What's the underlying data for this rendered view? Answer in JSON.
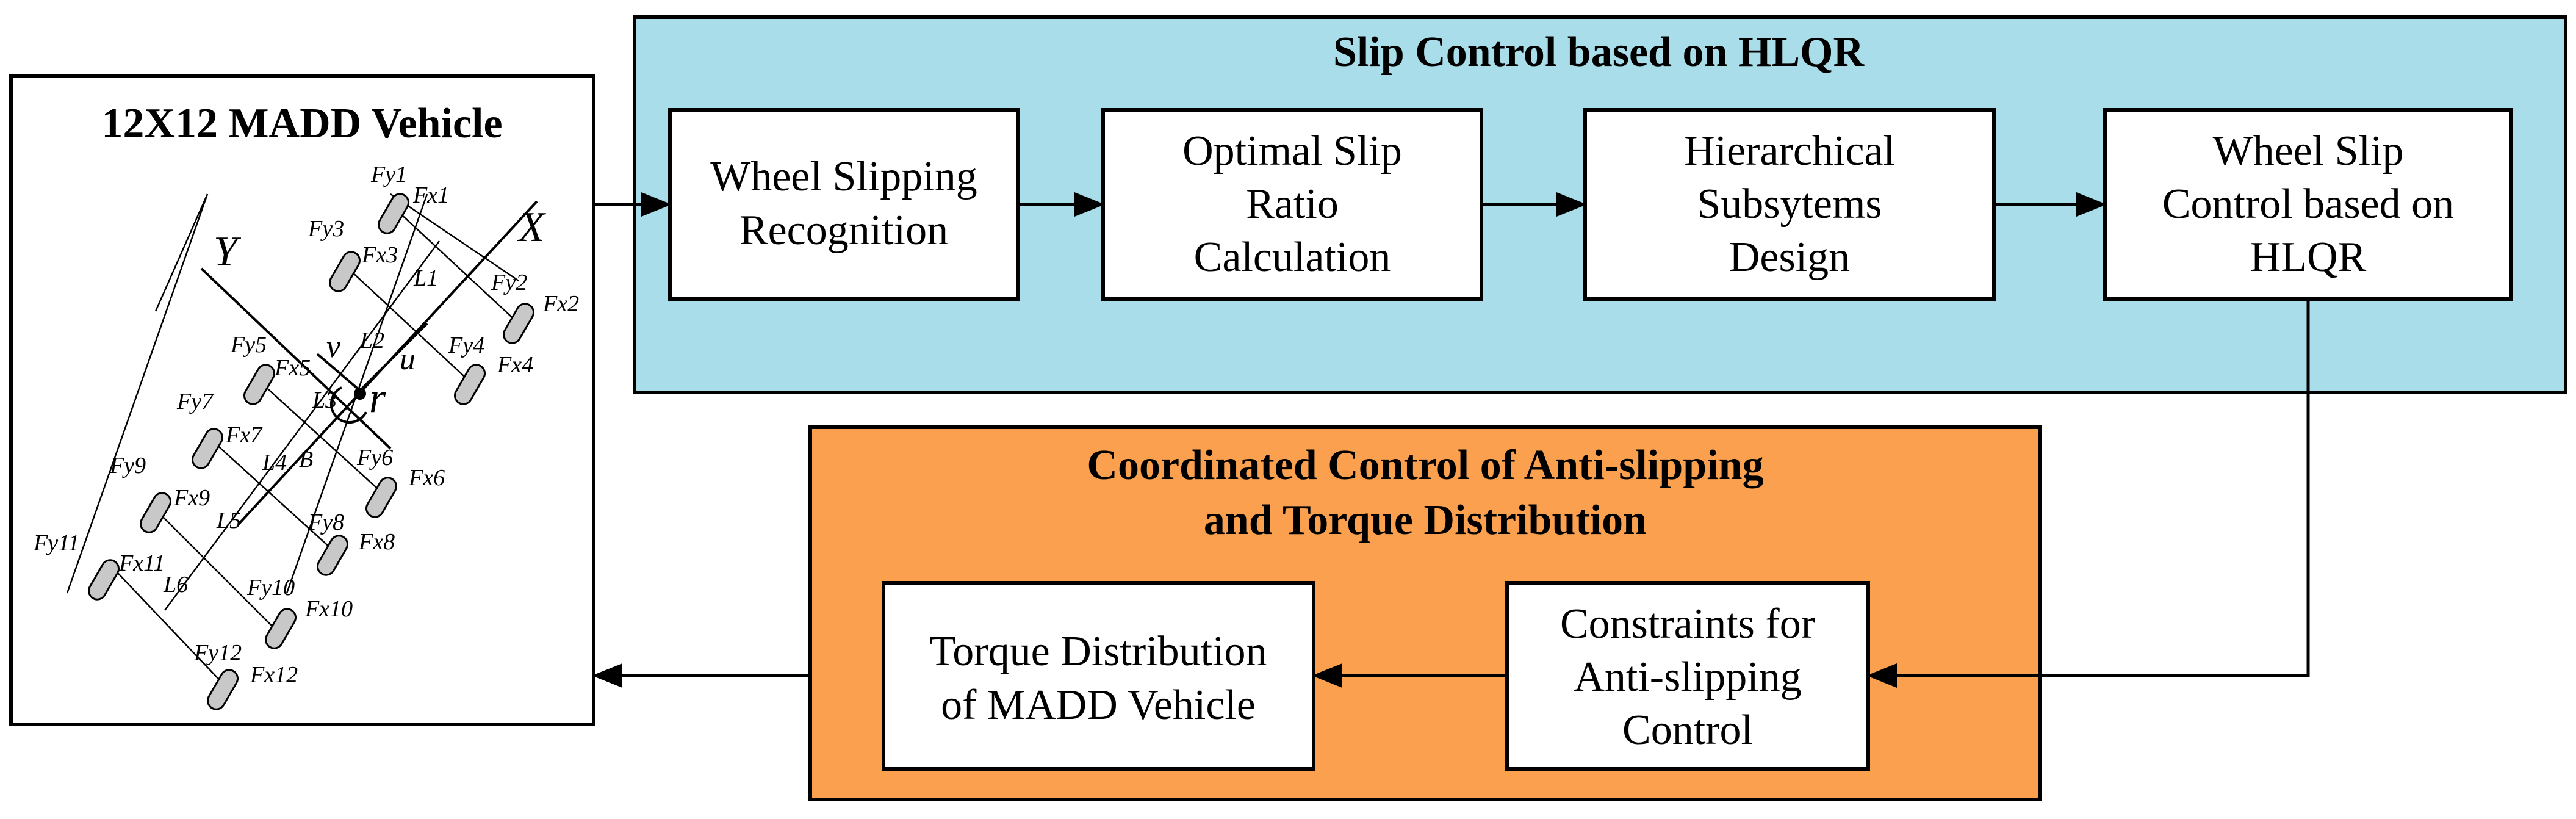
{
  "vehicle_panel": {
    "title": "12X12  MADD Vehicle",
    "axis_labels": {
      "x": "X",
      "y": "Y",
      "u": "u",
      "v": "v",
      "r": "r"
    },
    "dimension_labels": [
      "L1",
      "L2",
      "L3",
      "L4",
      "L5",
      "L6",
      "B"
    ],
    "wheel_labels": [
      {
        "fy": "Fy1",
        "fx": "Fx1"
      },
      {
        "fy": "Fy2",
        "fx": "Fx2"
      },
      {
        "fy": "Fy3",
        "fx": "Fx3"
      },
      {
        "fy": "Fy4",
        "fx": "Fx4"
      },
      {
        "fy": "Fy5",
        "fx": "Fx5"
      },
      {
        "fy": "Fy6",
        "fx": "Fx6"
      },
      {
        "fy": "Fy7",
        "fx": "Fx7"
      },
      {
        "fy": "Fy8",
        "fx": "Fx8"
      },
      {
        "fy": "Fy9",
        "fx": "Fx9"
      },
      {
        "fy": "Fy10",
        "fx": "Fx10"
      },
      {
        "fy": "Fy11",
        "fx": "Fx11"
      },
      {
        "fy": "Fy12",
        "fx": "Fx12"
      }
    ]
  },
  "slip_panel": {
    "title": "Slip Control based on HLQR",
    "color": "#a8dde9",
    "boxes": [
      {
        "lines": [
          "Wheel Slipping",
          "Recognition"
        ]
      },
      {
        "lines": [
          "Optimal Slip",
          "Ratio",
          "Calculation"
        ]
      },
      {
        "lines": [
          "Hierarchical",
          "Subsytems",
          "Design"
        ]
      },
      {
        "lines": [
          "Wheel Slip",
          "Control based on",
          "HLQR"
        ]
      }
    ]
  },
  "coord_panel": {
    "title_lines": [
      "Coordinated Control of Anti-slipping",
      "and Torque Distribution"
    ],
    "color": "#fba04f",
    "boxes": [
      {
        "lines": [
          "Torque Distribution",
          "of MADD Vehicle"
        ]
      },
      {
        "lines": [
          "Constraints for",
          "Anti-slipping",
          "Control"
        ]
      }
    ]
  }
}
